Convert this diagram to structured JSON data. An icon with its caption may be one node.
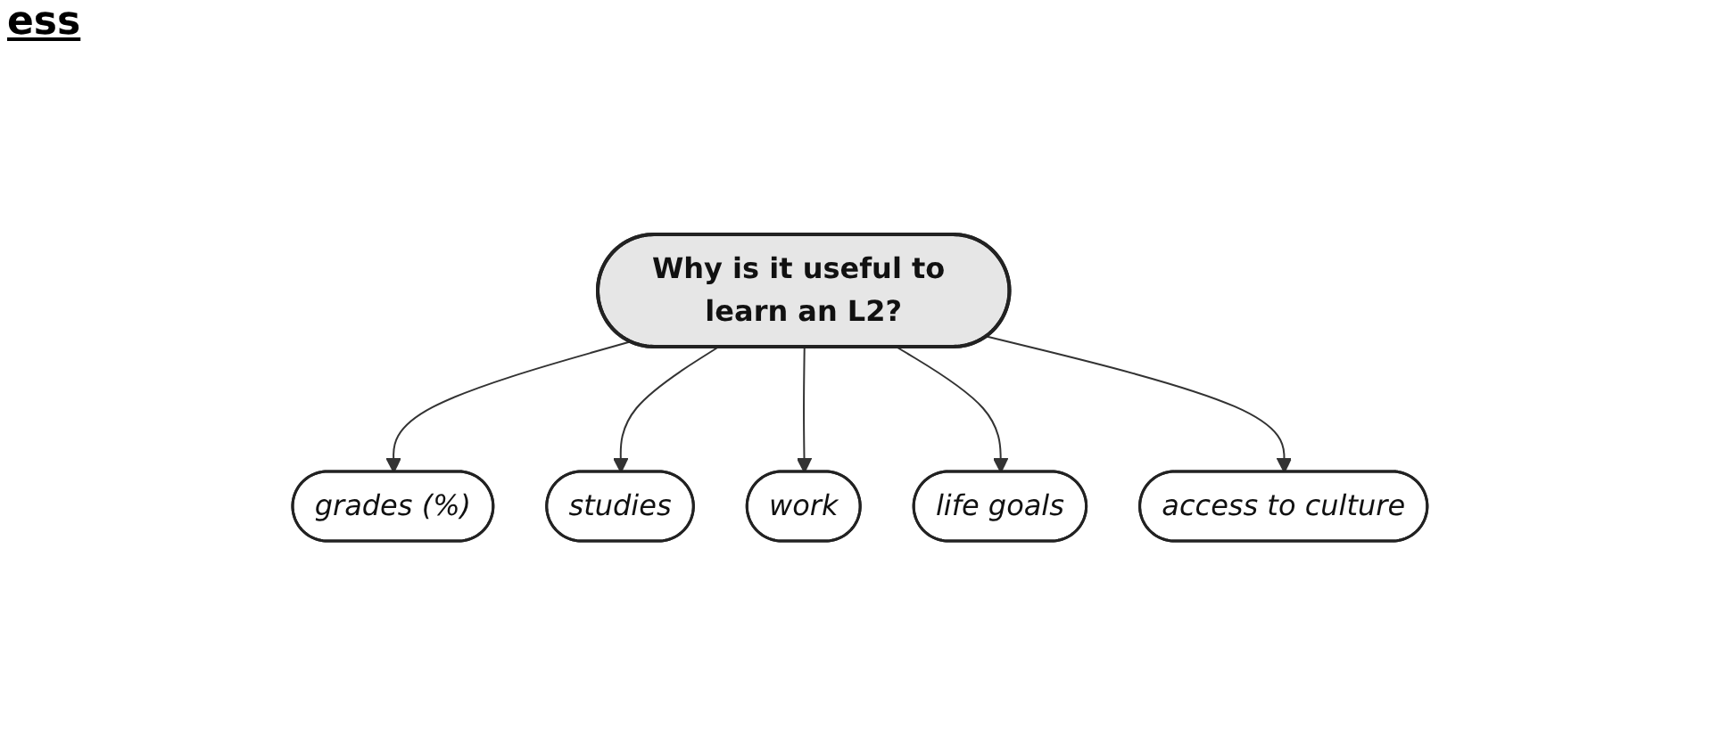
{
  "diagram": {
    "title": "ess",
    "nodes": [
      {
        "text": [
          "grades (%)"
        ]
      },
      {
        "text": [
          "studies"
        ]
      },
      {
        "text": [
          "work"
        ]
      },
      {
        "text": [
          "Why is it useful to learn an L2?"
        ]
      },
      {
        "text": [
          "life goals"
        ]
      },
      {
        "text": [
          "access to culture"
        ]
      }
    ],
    "edges": [
      {
        "from": 3,
        "to": 0,
        "arrow": "to"
      },
      {
        "from": 3,
        "to": 1,
        "arrow": "to"
      },
      {
        "from": 3,
        "to": 2,
        "arrow": "to"
      },
      {
        "from": 3,
        "to": 4,
        "arrow": "to"
      },
      {
        "from": 3,
        "to": 5,
        "arrow": "to"
      }
    ]
  }
}
